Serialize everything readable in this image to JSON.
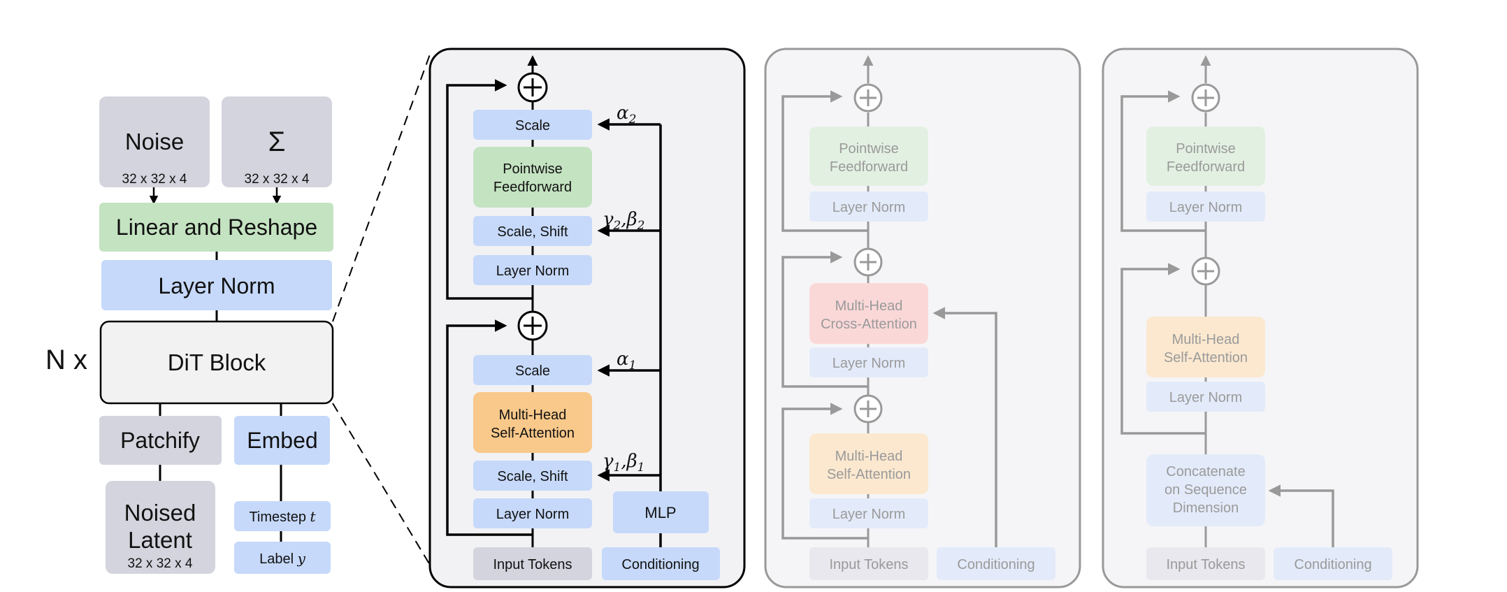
{
  "left": {
    "noise": "Noise",
    "noise_dims": "32 x 32 x 4",
    "sigma": "Σ",
    "sigma_dims": "32 x 32 x 4",
    "linear_reshape": "Linear and Reshape",
    "layer_norm": "Layer Norm",
    "n_times": "N x",
    "dit_block": "DiT Block",
    "patchify": "Patchify",
    "embed": "Embed",
    "noised_latent_1": "Noised",
    "noised_latent_2": "Latent",
    "noised_dims": "32 x 32 x 4",
    "timestep": "Timestep",
    "timestep_var": "t",
    "label": "Label",
    "label_var": "y"
  },
  "adaln": {
    "scale_top": "Scale",
    "alpha2": "α",
    "alpha2_sub": "2",
    "ff_1": "Pointwise",
    "ff_2": "Feedforward",
    "scale_shift_top": "Scale, Shift",
    "gamma2": "γ",
    "gamma2_sub": "2",
    "beta2": ",β",
    "beta2_sub": "2",
    "layer_norm_top": "Layer Norm",
    "scale_bottom": "Scale",
    "alpha1": "α",
    "alpha1_sub": "1",
    "attn_1": "Multi-Head",
    "attn_2": "Self-Attention",
    "scale_shift_bottom": "Scale, Shift",
    "gamma1": "γ",
    "gamma1_sub": "1",
    "beta1": ",β",
    "beta1_sub": "1",
    "layer_norm_bottom": "Layer Norm",
    "mlp": "MLP",
    "input_tokens": "Input Tokens",
    "conditioning": "Conditioning"
  },
  "cross": {
    "ff_1": "Pointwise",
    "ff_2": "Feedforward",
    "layer_norm_1": "Layer Norm",
    "cross_1": "Multi-Head",
    "cross_2": "Cross-Attention",
    "layer_norm_2": "Layer Norm",
    "self_1": "Multi-Head",
    "self_2": "Self-Attention",
    "layer_norm_3": "Layer Norm",
    "input_tokens": "Input Tokens",
    "conditioning": "Conditioning"
  },
  "incontext": {
    "ff_1": "Pointwise",
    "ff_2": "Feedforward",
    "layer_norm_1": "Layer Norm",
    "self_1": "Multi-Head",
    "self_2": "Self-Attention",
    "layer_norm_2": "Layer Norm",
    "concat_1": "Concatenate",
    "concat_2": "on Sequence",
    "concat_3": "Dimension",
    "input_tokens": "Input Tokens",
    "conditioning": "Conditioning"
  },
  "colors": {
    "gray_box": "#d4d4de",
    "blue_box": "#c6d9fa",
    "green_box": "#c4e3c1",
    "orange_box": "#f9c98b",
    "panel_bg": "#f2f2f5",
    "faded_text": "#9a9a9a"
  }
}
